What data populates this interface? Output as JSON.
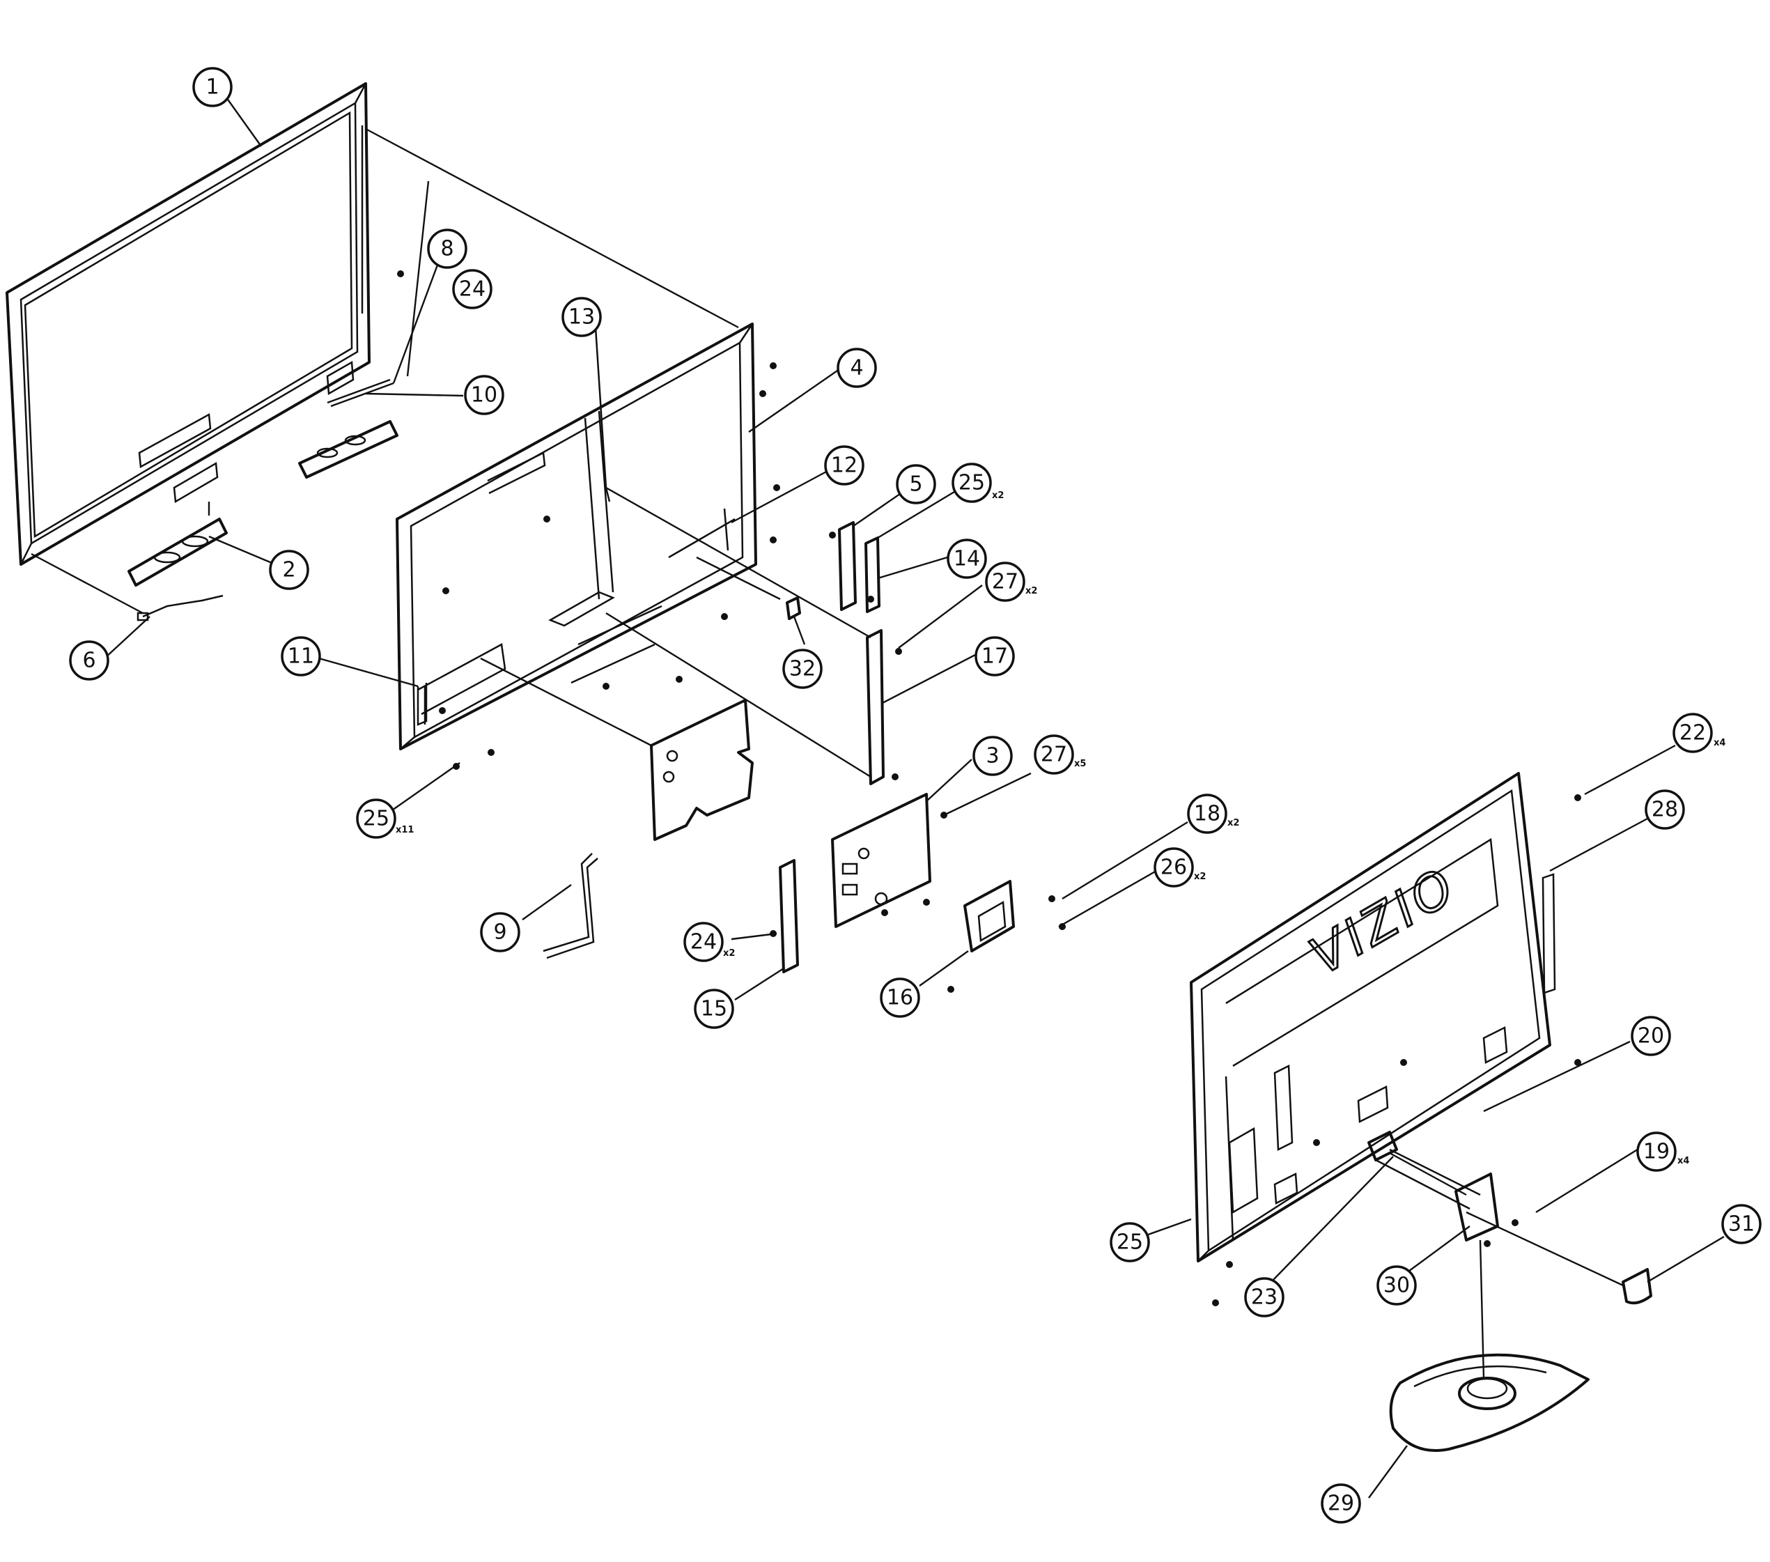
{
  "diagram": {
    "brand_logo": "VIZIO",
    "callouts": [
      {
        "id": "c1",
        "number": "1",
        "qty": ""
      },
      {
        "id": "c2",
        "number": "2",
        "qty": ""
      },
      {
        "id": "c3",
        "number": "3",
        "qty": ""
      },
      {
        "id": "c4",
        "number": "4",
        "qty": ""
      },
      {
        "id": "c5",
        "number": "5",
        "qty": ""
      },
      {
        "id": "c6",
        "number": "6",
        "qty": ""
      },
      {
        "id": "c8",
        "number": "8",
        "qty": ""
      },
      {
        "id": "c9",
        "number": "9",
        "qty": ""
      },
      {
        "id": "c10",
        "number": "10",
        "qty": ""
      },
      {
        "id": "c11",
        "number": "11",
        "qty": ""
      },
      {
        "id": "c12",
        "number": "12",
        "qty": ""
      },
      {
        "id": "c13",
        "number": "13",
        "qty": ""
      },
      {
        "id": "c14",
        "number": "14",
        "qty": ""
      },
      {
        "id": "c15",
        "number": "15",
        "qty": ""
      },
      {
        "id": "c16",
        "number": "16",
        "qty": ""
      },
      {
        "id": "c17",
        "number": "17",
        "qty": ""
      },
      {
        "id": "c18",
        "number": "18",
        "qty": "x2"
      },
      {
        "id": "c19",
        "number": "19",
        "qty": "x4"
      },
      {
        "id": "c20",
        "number": "20",
        "qty": ""
      },
      {
        "id": "c22",
        "number": "22",
        "qty": "x4"
      },
      {
        "id": "c23",
        "number": "23",
        "qty": ""
      },
      {
        "id": "c24a",
        "number": "24",
        "qty": ""
      },
      {
        "id": "c24b",
        "number": "24",
        "qty": "x2"
      },
      {
        "id": "c25a",
        "number": "25",
        "qty": "x2"
      },
      {
        "id": "c25b",
        "number": "25",
        "qty": "x11"
      },
      {
        "id": "c25c",
        "number": "25",
        "qty": ""
      },
      {
        "id": "c26",
        "number": "26",
        "qty": "x2"
      },
      {
        "id": "c27a",
        "number": "27",
        "qty": "x2"
      },
      {
        "id": "c27b",
        "number": "27",
        "qty": "x5"
      },
      {
        "id": "c28",
        "number": "28",
        "qty": ""
      },
      {
        "id": "c29",
        "number": "29",
        "qty": ""
      },
      {
        "id": "c30",
        "number": "30",
        "qty": ""
      },
      {
        "id": "c31",
        "number": "31",
        "qty": ""
      },
      {
        "id": "c32",
        "number": "32",
        "qty": ""
      }
    ]
  }
}
